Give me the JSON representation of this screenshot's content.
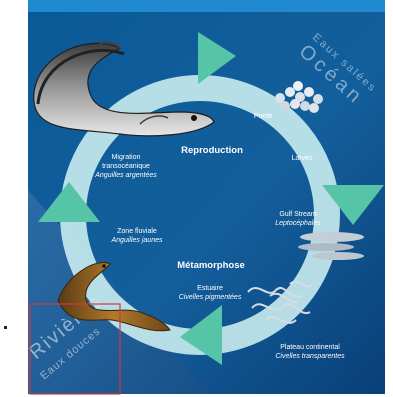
{
  "title": "Cycle de vie de l'anguille",
  "zones": {
    "ocean": {
      "title": "Océan",
      "subtitle": "Eaux salées"
    },
    "rivers": {
      "title": "Rivières",
      "subtitle": "Eaux douces"
    }
  },
  "stages": {
    "reproduction": "Reproduction",
    "ponte": "Ponte",
    "larves": "Larves",
    "gulf_stream_line1": "Gulf Stream",
    "gulf_stream_line2": "Leptocéphales",
    "plateau_line1": "Plateau continental",
    "plateau_line2": "Civelles transparentes",
    "metamorphose": "Métamorphose",
    "estuaire_line1": "Estuaire",
    "estuaire_line2": "Civelles pigmentées",
    "zone_fluviale_line1": "Zone fluviale",
    "zone_fluviale_line2": "Anguilles jaunes",
    "migration_line1": "Migration",
    "migration_line2": "transocéanique",
    "migration_line3": "Anguilles argentées"
  },
  "colors": {
    "ocean_dark": "#0b4f86",
    "ocean_light": "#1d7fc4",
    "ring": "#c9ecef",
    "arrow": "#56c4a6",
    "highlight_box": "#d23a3a"
  }
}
